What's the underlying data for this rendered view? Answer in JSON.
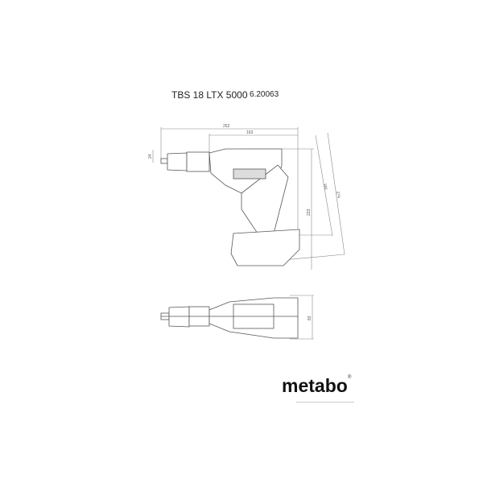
{
  "header": {
    "model": "TBS 18 LTX 5000",
    "article_number": "6.20063"
  },
  "dimensions": {
    "length_total": "252",
    "length_body": "163",
    "chuck_diameter": "24",
    "height": "223",
    "diag_1": "181",
    "diag_2": "274",
    "width": "83"
  },
  "brand": {
    "logo": "metabo"
  }
}
